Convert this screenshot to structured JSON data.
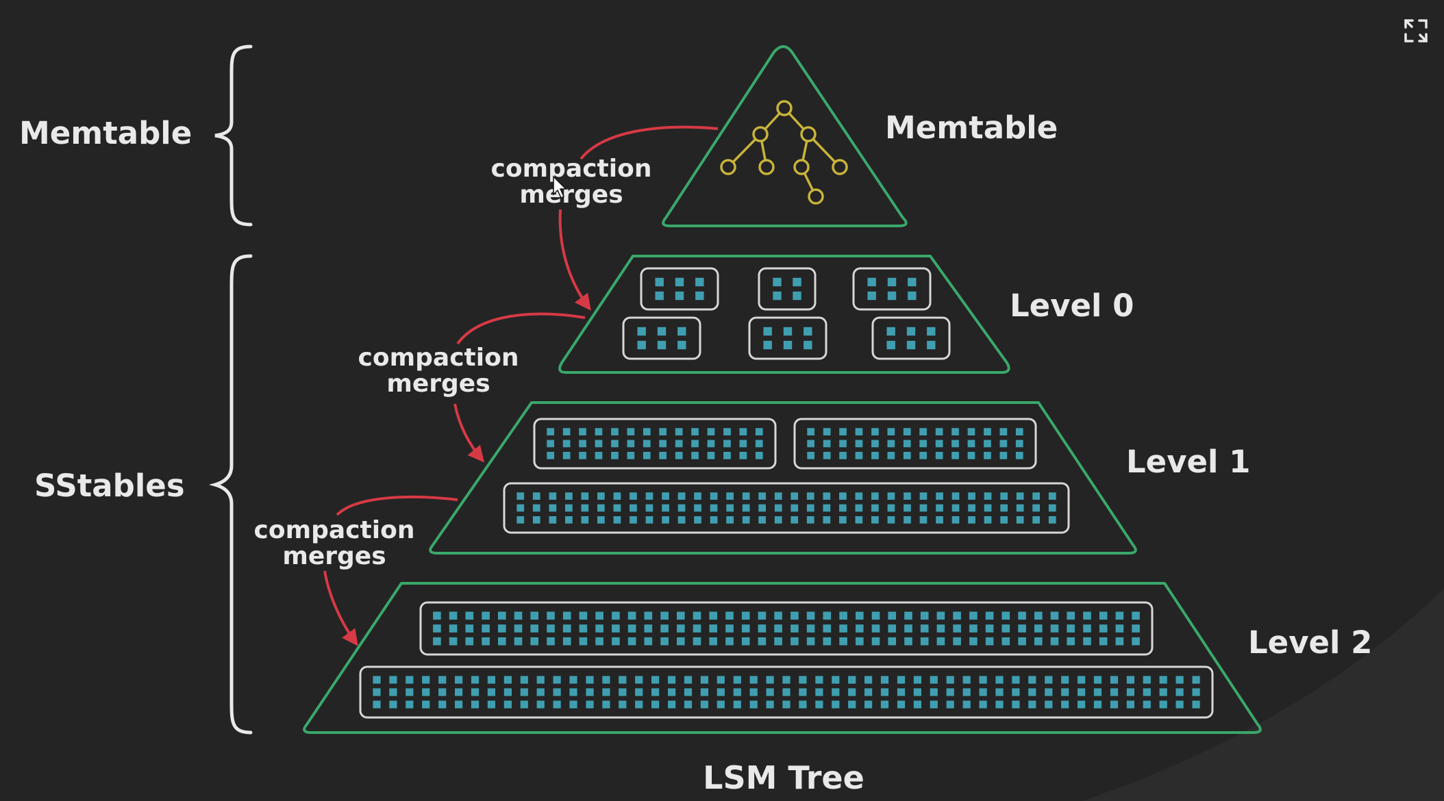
{
  "diagram": {
    "title": "LSM Tree",
    "left_labels": {
      "memtable": "Memtable",
      "sstables": "SStables"
    },
    "right_labels": {
      "memtable": "Memtable",
      "level0": "Level 0",
      "level1": "Level 1",
      "level2": "Level 2"
    },
    "arrows": [
      {
        "line1": "compaction",
        "line2": "merges"
      },
      {
        "line1": "compaction",
        "line2": "merges"
      },
      {
        "line1": "compaction",
        "line2": "merges"
      }
    ]
  },
  "colors": {
    "background": "#242424",
    "outline": "#3aa86b",
    "block": "#3f9fb0",
    "node": "#c9b43a",
    "arrow": "#d63a45",
    "text": "#e9e9e9"
  },
  "icons": {
    "fullscreen": "expand-icon",
    "cursor": "mouse-pointer-icon"
  }
}
